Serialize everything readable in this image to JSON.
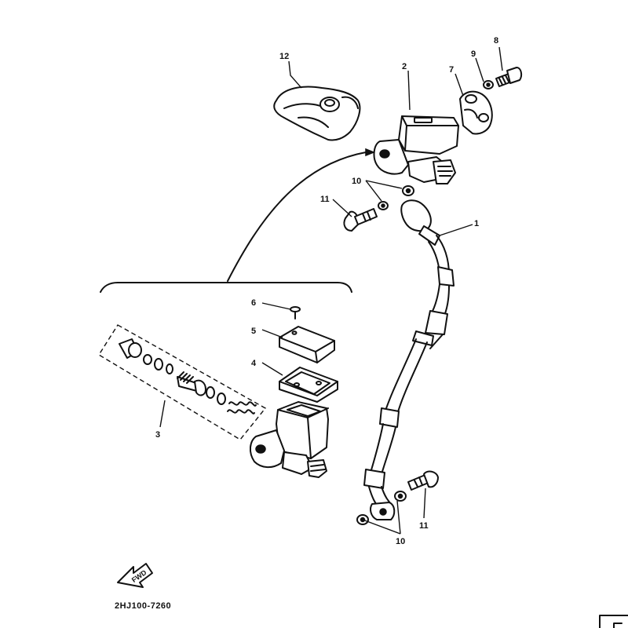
{
  "callouts": {
    "c1": "1",
    "c2": "2",
    "c3": "3",
    "c4": "4",
    "c5": "5",
    "c6": "6",
    "c7": "7",
    "c8": "8",
    "c9": "9",
    "c10_top": "10",
    "c10_bottom": "10",
    "c11_top": "11",
    "c11_bottom": "11",
    "c12": "12"
  },
  "fwd_label": "FWD",
  "drawing_code": "2HJ100-7260"
}
